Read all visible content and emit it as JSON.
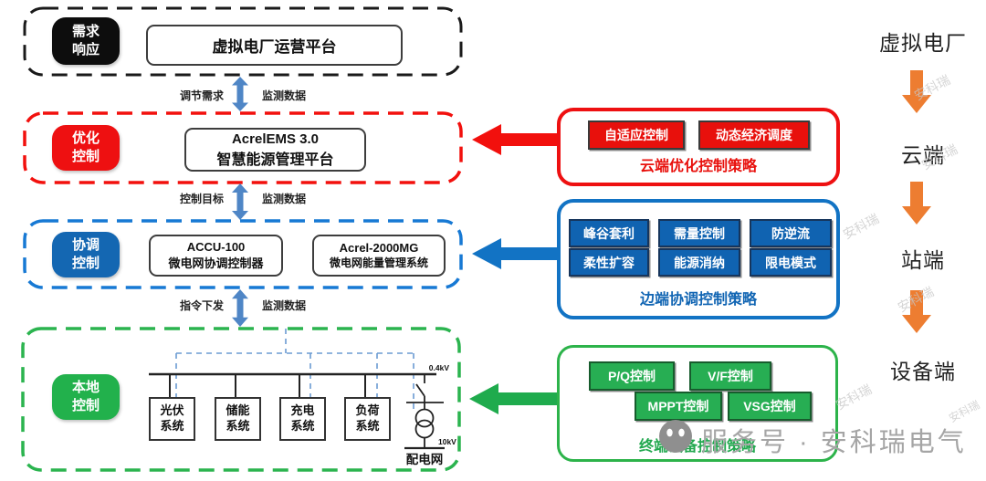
{
  "colors": {
    "black": "#1a1a1a",
    "red": "#f2100d",
    "red_fill": "#e8100c",
    "blue_frame": "#1779d4",
    "blue_fill": "#1467b2",
    "green_frame": "#2bb44f",
    "green_fill": "#22b14c",
    "orange": "#ed7d31",
    "link_arrow": "#4f86c6",
    "comm_dash": "#6b9bd2"
  },
  "sections": {
    "demand": {
      "badge_line1": "需求",
      "badge_line2": "响应",
      "platform": "虚拟电厂运营平台"
    },
    "optimize": {
      "badge_line1": "优化",
      "badge_line2": "控制",
      "box_line1": "AcrelEMS 3.0",
      "box_line2": "智慧能源管理平台"
    },
    "coordinate": {
      "badge_line1": "协调",
      "badge_line2": "控制",
      "box1_line1": "ACCU-100",
      "box1_line2": "微电网协调控制器",
      "box2_line1": "Acrel-2000MG",
      "box2_line2": "微电网能量管理系统"
    },
    "local": {
      "badge_line1": "本地",
      "badge_line2": "控制",
      "systems": [
        {
          "line1": "光伏",
          "line2": "系统"
        },
        {
          "line1": "储能",
          "line2": "系统"
        },
        {
          "line1": "充电",
          "line2": "系统"
        },
        {
          "line1": "负荷",
          "line2": "系统"
        }
      ],
      "bus_voltage": "0.4kV",
      "grid_voltage": "10kV",
      "grid_label": "配电网"
    }
  },
  "links": [
    {
      "left": "调节需求",
      "right": "监测数据"
    },
    {
      "left": "控制目标",
      "right": "监测数据"
    },
    {
      "left": "指令下发",
      "right": "监测数据"
    }
  ],
  "strategies": {
    "cloud": {
      "buttons": [
        "自适应控制",
        "动态经济调度"
      ],
      "label": "云端优化控制策略"
    },
    "edge": {
      "buttons": [
        "峰谷套利",
        "需量控制",
        "防逆流",
        "柔性扩容",
        "能源消纳",
        "限电模式"
      ],
      "label": "边端协调控制策略"
    },
    "device": {
      "buttons": [
        "P/Q控制",
        "V/F控制",
        "MPPT控制",
        "VSG控制"
      ],
      "label": "终端设备控制策略"
    }
  },
  "hierarchy": {
    "items": [
      "虚拟电厂",
      "云端",
      "站端",
      "设备端"
    ]
  },
  "watermark": {
    "footer": "服务号 · 安科瑞电气",
    "diagonal": "安科瑞"
  }
}
